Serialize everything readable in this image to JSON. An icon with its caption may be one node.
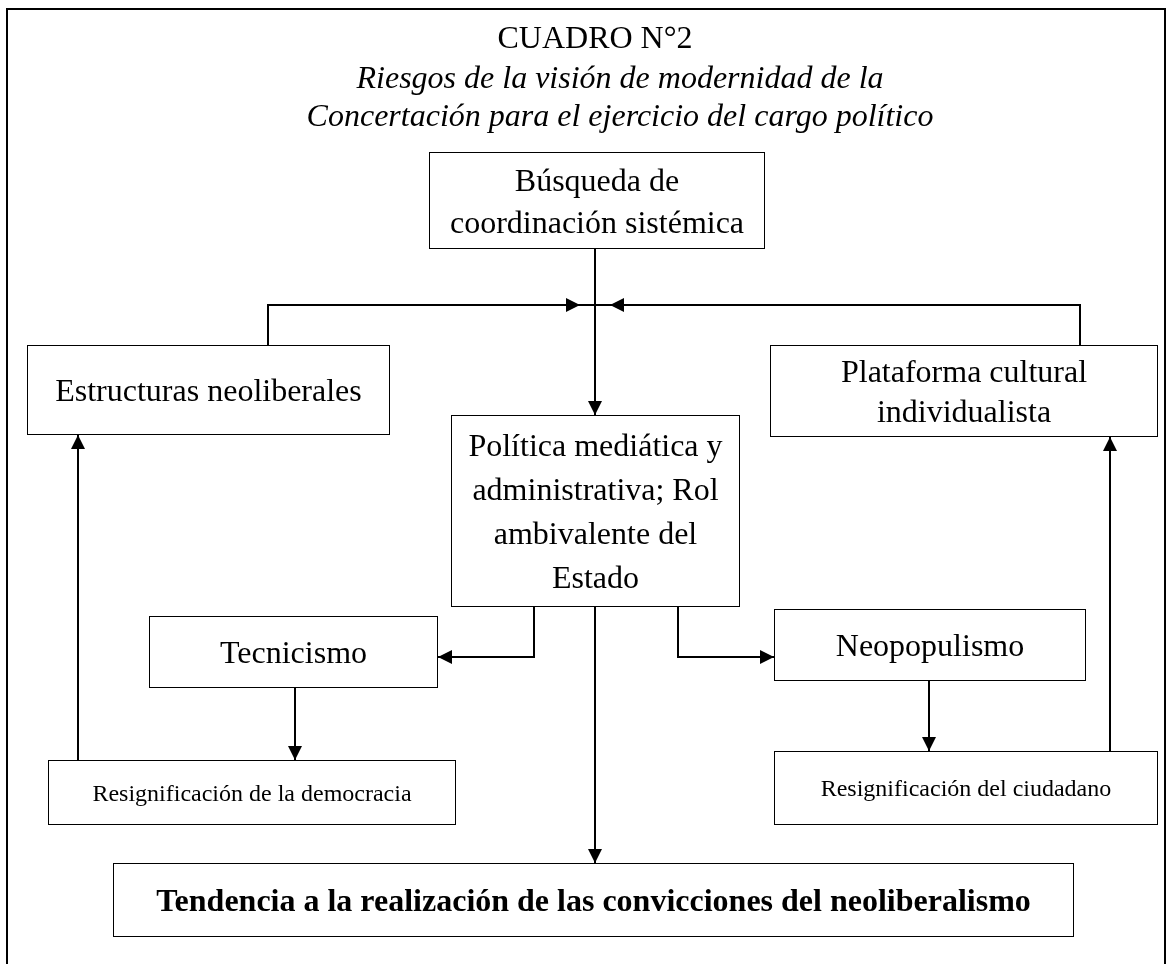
{
  "diagram": {
    "title": "CUADRO N°2",
    "nodes": [
      {
        "text": [
          "Búsqueda de coordinación sistémica"
        ]
      },
      {
        "text": [
          "Estructuras neoliberales"
        ]
      },
      {
        "text": [
          "Política mediática y administrativa; Rol ambivalente del Estado"
        ]
      },
      {
        "text": [
          "Plataforma cultural individualista"
        ]
      },
      {
        "text": [
          "Tecnicismo"
        ]
      },
      {
        "text": [
          "Neopopulismo"
        ]
      },
      {
        "text": [
          "Resignificación de la democracia"
        ]
      },
      {
        "text": [
          "Resignificación del ciudadano"
        ]
      },
      {
        "text": [
          "Tendencia a la realización de las convicciones del neoliberalismo"
        ]
      }
    ],
    "edges": [
      {
        "from": 0,
        "to": 2,
        "arrow": "to"
      },
      {
        "from": 1,
        "to": 2,
        "arrow": "to"
      },
      {
        "from": 3,
        "to": 2,
        "arrow": "to"
      },
      {
        "from": 2,
        "to": 4,
        "arrow": "to"
      },
      {
        "from": 2,
        "to": 5,
        "arrow": "to"
      },
      {
        "from": 2,
        "to": 8,
        "arrow": "to"
      },
      {
        "from": 4,
        "to": 6,
        "arrow": "to"
      },
      {
        "from": 6,
        "to": 1,
        "arrow": "to"
      },
      {
        "from": 5,
        "to": 7,
        "arrow": "to"
      },
      {
        "from": 7,
        "to": 3,
        "arrow": "to"
      }
    ],
    "labels": [
      "Riesgos de la visión de modernidad de la Concertación para el ejercicio del cargo político"
    ]
  }
}
